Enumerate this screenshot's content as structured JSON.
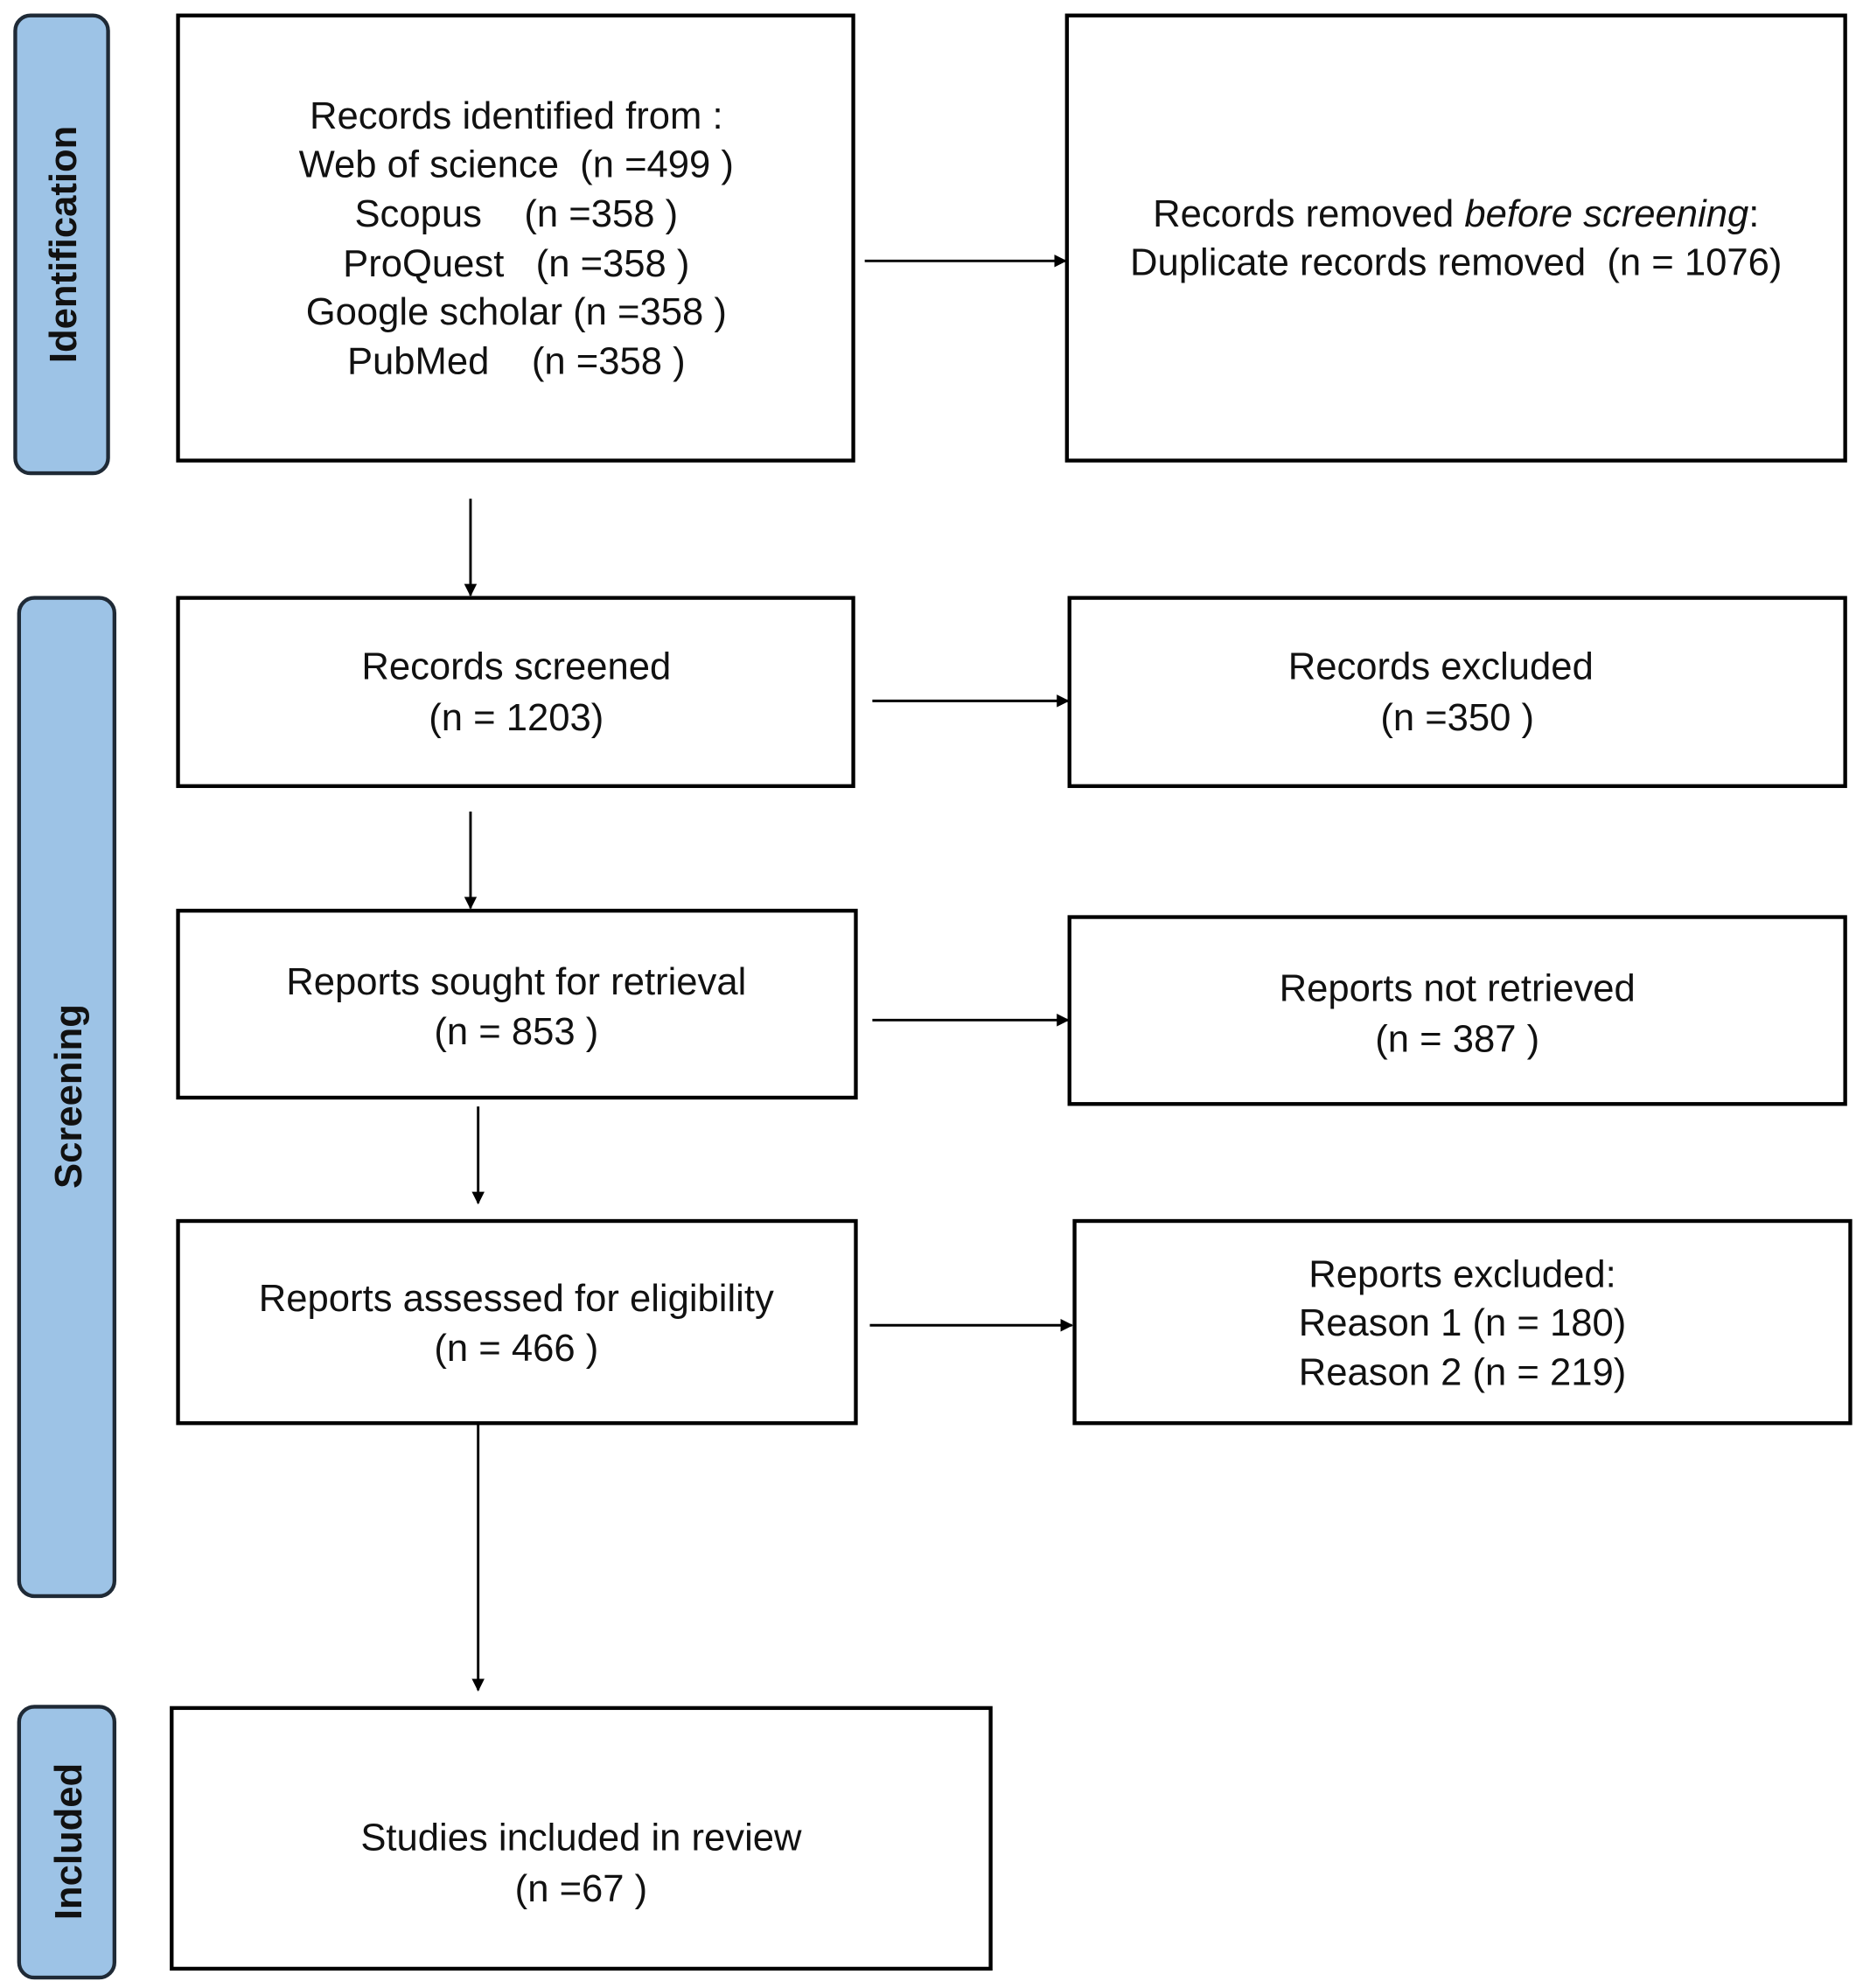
{
  "phases": {
    "identification": "Identification",
    "screening": "Screening",
    "included": "Included"
  },
  "identified": {
    "lines": [
      "Records identified from :",
      "Web of science  (n =499 )",
      "Scopus    (n =358 )",
      "ProQuest   (n =358 )",
      "Google scholar (n =358 )",
      "PubMed    (n =358 )"
    ]
  },
  "removed": {
    "line1_prefix": "Records removed ",
    "line1_italic": "before screening",
    "line1_suffix": ":",
    "line2": "Duplicate records removed  (n = 1076)"
  },
  "screened": {
    "label": "Records screened",
    "count": "(n = 1203)"
  },
  "excluded": {
    "label": "Records excluded",
    "count": "(n =350 )"
  },
  "sought": {
    "label": "Reports sought for retrieval",
    "count": "(n = 853 )"
  },
  "not_retrieved": {
    "label": "Reports not retrieved",
    "count": "(n = 387 )"
  },
  "assessed": {
    "label": "Reports assessed for eligibility",
    "count": "(n = 466 )"
  },
  "reports_excluded": {
    "label": "Reports excluded:",
    "reasons": [
      "Reason 1 (n = 180)",
      "Reason 2 (n = 219)"
    ]
  },
  "included": {
    "label": "Studies included in review",
    "count": "(n =67 )"
  },
  "colors": {
    "phase_fill": "#9dc3e6"
  }
}
